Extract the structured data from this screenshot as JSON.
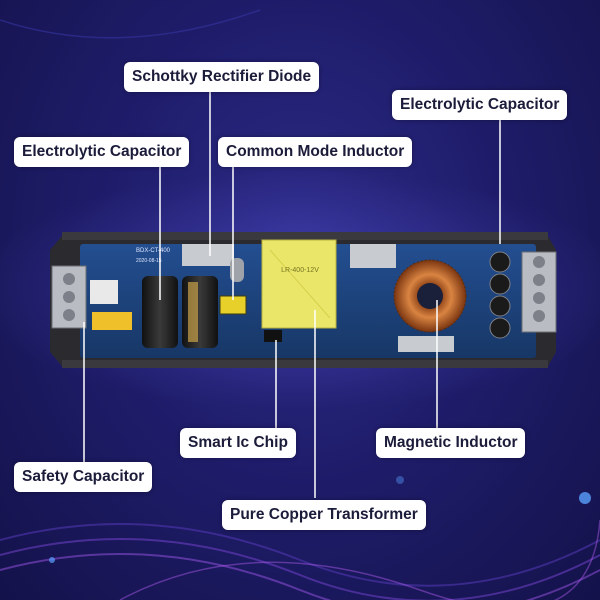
{
  "labels": {
    "schottky": "Schottky Rectifier Diode",
    "electrolytic_right": "Electrolytic Capacitor",
    "electrolytic_left": "Electrolytic Capacitor",
    "common_mode": "Common Mode Inductor",
    "smart_ic": "Smart Ic Chip",
    "magnetic": "Magnetic Inductor",
    "safety": "Safety Capacitor",
    "transformer": "Pure Copper Transformer"
  },
  "pcb_text": {
    "model": "BDX-CT-400",
    "date": "2020-08-15",
    "transformer_code": "LR-400-12V"
  },
  "colors": {
    "background": "#1f1d6b",
    "pcb": "#1b3f7a",
    "label_bg": "#ffffff",
    "leader_line": "#ffffff",
    "transformer": "#e9e66a",
    "copper_coil": "#c46a2a"
  }
}
